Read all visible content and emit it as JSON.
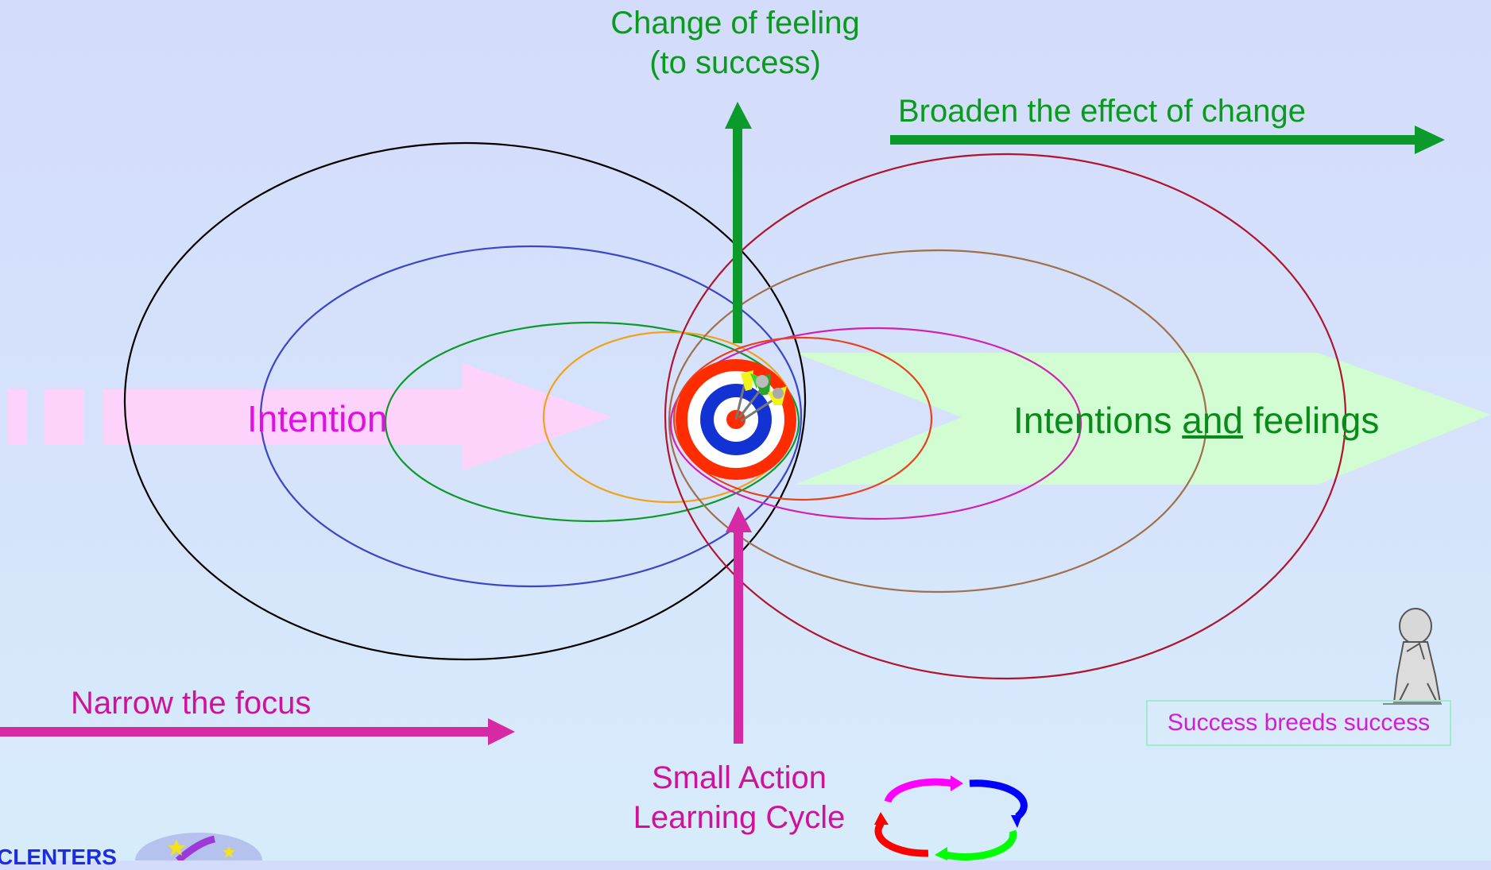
{
  "labels": {
    "change_line1": "Change of feeling",
    "change_line2": "(to success)",
    "broaden": "Broaden the effect of change",
    "intention": "Intention",
    "intentions_pre": "Intentions ",
    "intentions_and": "and",
    "intentions_post": " feelings",
    "narrow": "Narrow the focus",
    "small_line1": "Small Action",
    "small_line2": "Learning Cycle",
    "success": "Success breeds success",
    "logo": "CLENTERS"
  },
  "colors": {
    "green_text": "#0a9a1e",
    "magenta": "#d0119a",
    "intention_arrow": "#fdd3fb",
    "intentions_arrow": "#d2fcd2",
    "left_ellipses": [
      "#000000",
      "#3a46c8",
      "#0c9a2a",
      "#f0a21a"
    ],
    "right_ellipses": [
      "#b0142e",
      "#a0704a",
      "#d022b0",
      "#e8421a"
    ],
    "target_rings": [
      "#ff2c00",
      "#ffffff",
      "#1232d4"
    ],
    "cycle_arrows": [
      "#ff00ff",
      "#0000ff",
      "#00ff00",
      "#ff0000"
    ]
  },
  "icons": [
    "dartboard-icon",
    "darts-icon",
    "cycle-arrows-icon",
    "thinker-figure-icon",
    "logo-icon"
  ]
}
